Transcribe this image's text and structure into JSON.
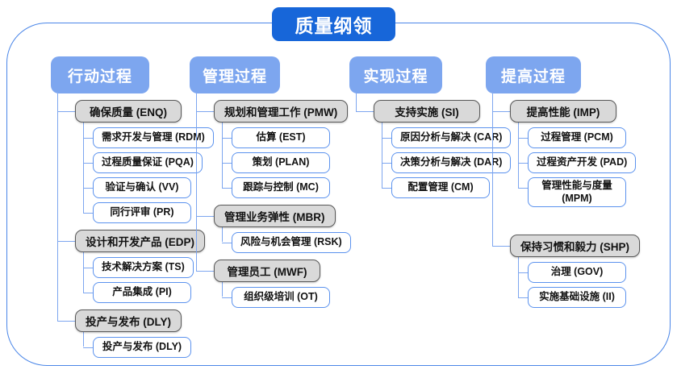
{
  "title": "质量纲领",
  "colors": {
    "title_bg": "#1766d9",
    "header_bg": "#7da6ef",
    "line": "#7da6ef",
    "frame_border": "#4a86e8",
    "gray_fill": "#d9d9d9",
    "gray_border": "#595959",
    "white_border": "#5b92ee"
  },
  "columns": [
    {
      "header": "行动过程",
      "groups": [
        {
          "label": "确保质量 (ENQ)",
          "children": [
            "需求开发与管理 (RDM)",
            "过程质量保证 (PQA)",
            "验证与确认 (VV)",
            "同行评审 (PR)"
          ]
        },
        {
          "label": "设计和开发产品 (EDP)",
          "children": [
            "技术解决方案 (TS)",
            "产品集成 (PI)"
          ]
        },
        {
          "label": "投产与发布 (DLY)",
          "children": [
            "投产与发布 (DLY)"
          ]
        }
      ]
    },
    {
      "header": "管理过程",
      "groups": [
        {
          "label": "规划和管理工作 (PMW)",
          "children": [
            "估算 (EST)",
            "策划 (PLAN)",
            "跟踪与控制 (MC)"
          ]
        },
        {
          "label": "管理业务弹性 (MBR)",
          "children": [
            "风险与机会管理 (RSK)"
          ]
        },
        {
          "label": "管理员工 (MWF)",
          "children": [
            "组织级培训 (OT)"
          ]
        }
      ]
    },
    {
      "header": "实现过程",
      "groups": [
        {
          "label": "支持实施 (SI)",
          "children": [
            "原因分析与解决 (CAR)",
            "决策分析与解决 (DAR)",
            "配置管理 (CM)"
          ]
        }
      ]
    },
    {
      "header": "提高过程",
      "groups": [
        {
          "label": "提高性能 (IMP)",
          "children": [
            "过程管理 (PCM)",
            "过程资产开发 (PAD)",
            "管理性能与度量\n(MPM)"
          ]
        },
        {
          "label": "保持习惯和毅力 (SHP)",
          "gapped": true,
          "children": [
            "治理 (GOV)",
            "实施基础设施 (II)"
          ]
        }
      ]
    }
  ]
}
